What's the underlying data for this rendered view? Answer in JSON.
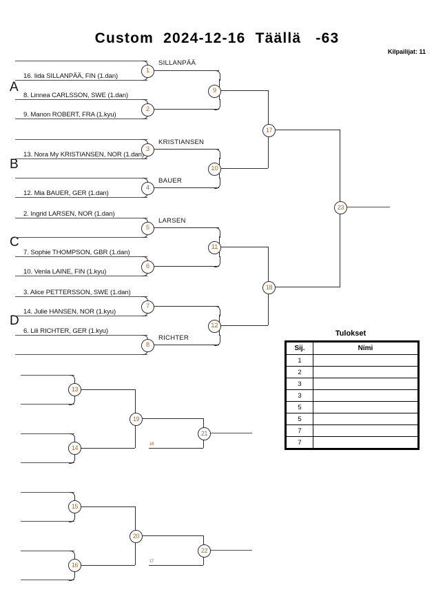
{
  "header": {
    "title": "Custom  2024-12-16  Täällä   -63",
    "competitors_label": "Kilpailijat: 11"
  },
  "groups": [
    {
      "label": "A"
    },
    {
      "label": "B"
    },
    {
      "label": "C"
    },
    {
      "label": "D"
    }
  ],
  "players": {
    "a_slot2": "16. Iida SILLANPÄÄ, FIN (1.dan)",
    "a_slot3": "8. Linnea CARLSSON, SWE (1.dan)",
    "a_slot4": "9. Manon ROBERT, FRA (1.kyu)",
    "b_slot2": "13. Nora My KRISTIANSEN, NOR (1.dan)",
    "b_slot3": "12. Mia BAUER, GER (1.dan)",
    "c_slot1": "2. Ingrid LARSEN, NOR (1.dan)",
    "c_slot3": "7. Sophie THOMPSON, GBR (1.dan)",
    "c_slot4": "10. Venla LAINE, FIN (1.kyu)",
    "d_slot1": "3. Alice PETTERSSON, SWE (1.dan)",
    "d_slot2": "14. Julie HANSEN, NOR (1.kyu)",
    "d_slot3": "6. Lili RICHTER, GER (1.kyu)"
  },
  "winners": {
    "m1": "SILLANPÄÄ",
    "m3": "KRISTIANSEN",
    "m4": "BAUER",
    "m5": "LARSEN",
    "m8": "RICHTER"
  },
  "matches": {
    "m1": "1",
    "m2": "2",
    "m3": "3",
    "m4": "4",
    "m5": "5",
    "m6": "6",
    "m7": "7",
    "m8": "8",
    "m9": "9",
    "m10": "10",
    "m11": "11",
    "m12": "12",
    "m13": "13",
    "m14": "14",
    "m15": "15",
    "m16": "16",
    "m17": "17",
    "m18": "18",
    "m19": "19",
    "m20": "20",
    "m21": "21",
    "m22": "22",
    "m23": "23"
  },
  "repechage_feeds": {
    "upper": "18",
    "lower": "17"
  },
  "results": {
    "title": "Tulokset",
    "columns": [
      "Sij.",
      "Nimi"
    ],
    "rows": [
      {
        "rank": "1",
        "name": ""
      },
      {
        "rank": "2",
        "name": ""
      },
      {
        "rank": "3",
        "name": ""
      },
      {
        "rank": "3",
        "name": ""
      },
      {
        "rank": "5",
        "name": ""
      },
      {
        "rank": "5",
        "name": ""
      },
      {
        "rank": "7",
        "name": ""
      },
      {
        "rank": "7",
        "name": ""
      }
    ]
  },
  "colors": {
    "line": "#2b2b2b",
    "match_number": "#b5651d",
    "text": "#111111"
  }
}
